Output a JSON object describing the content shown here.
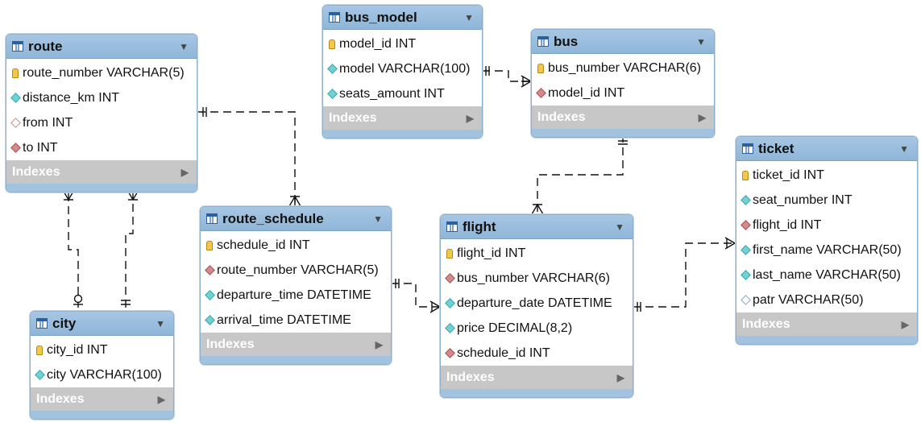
{
  "tables": [
    {
      "id": "route",
      "name": "route",
      "indexes": "Indexes",
      "columns": [
        {
          "text": "route_number VARCHAR(5)",
          "icon": "primary-key-icon"
        },
        {
          "text": "distance_km INT",
          "icon": "column-nn-icon"
        },
        {
          "text": "from INT",
          "icon": "column-nullable-fk-icon"
        },
        {
          "text": "to INT",
          "icon": "foreign-key-icon"
        }
      ]
    },
    {
      "id": "bus_model",
      "name": "bus_model",
      "indexes": "Indexes",
      "columns": [
        {
          "text": "model_id INT",
          "icon": "primary-key-icon"
        },
        {
          "text": "model VARCHAR(100)",
          "icon": "column-nn-icon"
        },
        {
          "text": "seats_amount INT",
          "icon": "column-nn-icon"
        }
      ]
    },
    {
      "id": "bus",
      "name": "bus",
      "indexes": "Indexes",
      "columns": [
        {
          "text": "bus_number VARCHAR(6)",
          "icon": "primary-key-icon"
        },
        {
          "text": "model_id INT",
          "icon": "foreign-key-icon"
        }
      ]
    },
    {
      "id": "ticket",
      "name": "ticket",
      "indexes": "Indexes",
      "columns": [
        {
          "text": "ticket_id INT",
          "icon": "primary-key-icon"
        },
        {
          "text": "seat_number INT",
          "icon": "column-nn-icon"
        },
        {
          "text": "flight_id INT",
          "icon": "foreign-key-icon"
        },
        {
          "text": "first_name VARCHAR(50)",
          "icon": "column-nn-icon"
        },
        {
          "text": "last_name VARCHAR(50)",
          "icon": "column-nn-icon"
        },
        {
          "text": "patr VARCHAR(50)",
          "icon": "column-nullable-icon"
        }
      ]
    },
    {
      "id": "route_schedule",
      "name": "route_schedule",
      "indexes": "Indexes",
      "columns": [
        {
          "text": "schedule_id INT",
          "icon": "primary-key-icon"
        },
        {
          "text": "route_number VARCHAR(5)",
          "icon": "foreign-key-icon"
        },
        {
          "text": "departure_time DATETIME",
          "icon": "column-nn-icon"
        },
        {
          "text": "arrival_time DATETIME",
          "icon": "column-nn-icon"
        }
      ]
    },
    {
      "id": "flight",
      "name": "flight",
      "indexes": "Indexes",
      "columns": [
        {
          "text": "flight_id INT",
          "icon": "primary-key-icon"
        },
        {
          "text": "bus_number VARCHAR(6)",
          "icon": "foreign-key-icon"
        },
        {
          "text": "departure_date DATETIME",
          "icon": "column-nn-icon"
        },
        {
          "text": "price DECIMAL(8,2)",
          "icon": "column-nn-icon"
        },
        {
          "text": "schedule_id INT",
          "icon": "foreign-key-icon"
        }
      ]
    },
    {
      "id": "city",
      "name": "city",
      "indexes": "Indexes",
      "columns": [
        {
          "text": "city_id INT",
          "icon": "primary-key-icon"
        },
        {
          "text": "city VARCHAR(100)",
          "icon": "column-nn-icon"
        }
      ]
    }
  ]
}
